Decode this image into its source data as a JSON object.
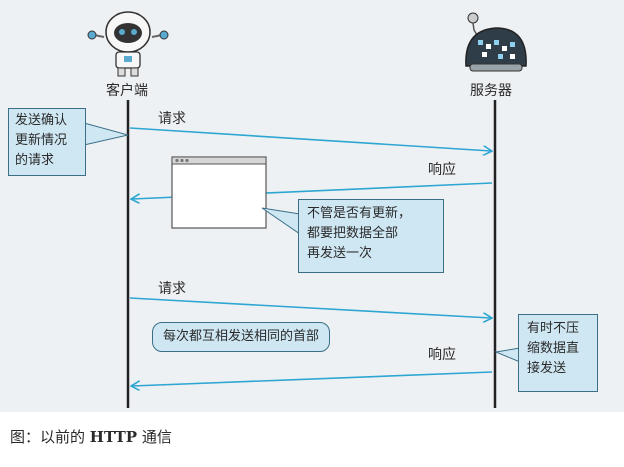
{
  "client": {
    "label": "客户端"
  },
  "server": {
    "label": "服务器"
  },
  "notes": {
    "send_confirm": [
      "发送确认",
      "更新情况",
      "的请求"
    ],
    "send_all": [
      "不管是否有更新，",
      "都要把数据全部",
      "再发送一次"
    ],
    "no_compress": [
      "有时不压",
      "缩数据直",
      "接发送"
    ],
    "same_header": "每次都互相发送相同的首部"
  },
  "messages": {
    "request_1": "请求",
    "response_1": "响应",
    "request_2": "请求",
    "response_2": "响应"
  },
  "caption": {
    "prefix": "图：以前的",
    "protocol": "HTTP",
    "suffix": "通信"
  },
  "colors": {
    "arrow": "#2ea6d2",
    "lifeline": "#222222",
    "note_fill": "#cfe7f3",
    "note_border": "#3b6f86"
  }
}
